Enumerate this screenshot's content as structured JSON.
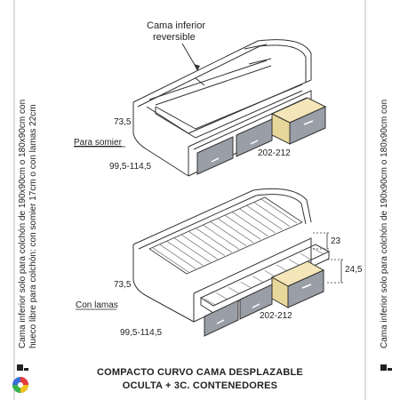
{
  "callout": {
    "line1": "Cama inferior",
    "line2": "reversible"
  },
  "top_bed": {
    "label": "Para somier",
    "height": "73,5",
    "depth": "99,5-114,5",
    "length": "202-212"
  },
  "bottom_bed": {
    "label": "Con lamas",
    "height": "73,5",
    "depth": "99,5-114,5",
    "length": "202-212",
    "dim_a": "23",
    "dim_b": "24,5"
  },
  "side_note_left": {
    "line1": "Cama inferior solo para colchón de 190x90cm o 180x90cm con",
    "line2": "hueco libre para colchón: con somier 17cm o con lamas 22cm"
  },
  "side_note_right": "Cama inferior solo para colchón de 190x90cm o 180x90cm con",
  "caption": {
    "line1": "COMPACTO CURVO CAMA DESPLAZABLE",
    "line2": "OCULTA  + 3C. CONTENEDORES"
  },
  "colors": {
    "accent_gray": "#9a9ea6",
    "line": "#333333",
    "frame": "#bbbbbb"
  }
}
